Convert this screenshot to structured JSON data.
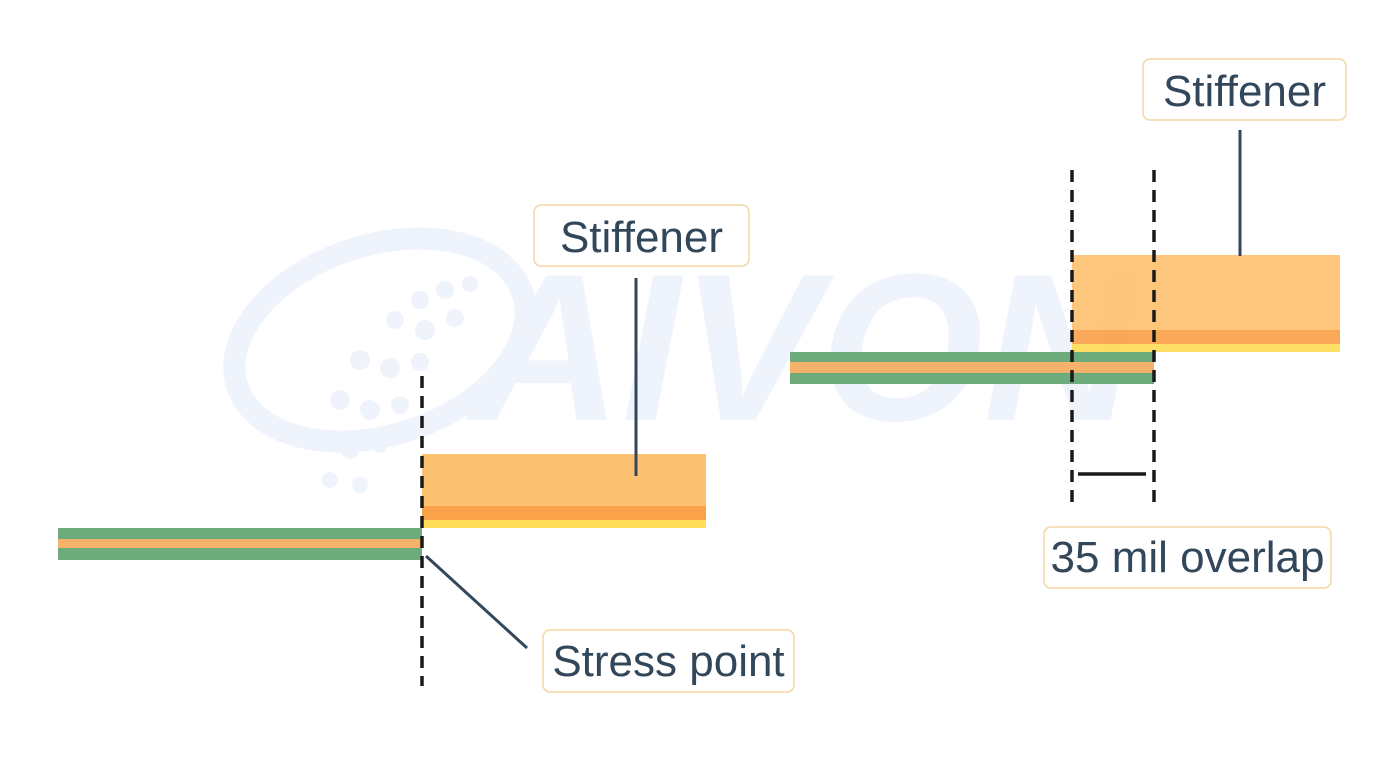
{
  "watermark": {
    "logo_text": "AIVON"
  },
  "colors": {
    "stiffener_body": "#fdc271",
    "stiffener_adhesive": "#f9a24a",
    "stiffener_base": "#fedd5a",
    "flex_outer": "#6dab7c",
    "flex_core": "#f6b26b",
    "leader_line": "#33475b",
    "dashed_line": "#1a1a1a",
    "callout_border": "#f3d7a6",
    "text": "#33475b",
    "watermark": "#eef3fc"
  },
  "left_diagram": {
    "stiffener_label": "Stiffener",
    "stress_label": "Stress point"
  },
  "right_diagram": {
    "stiffener_label": "Stiffener",
    "overlap_label": "35 mil overlap"
  }
}
